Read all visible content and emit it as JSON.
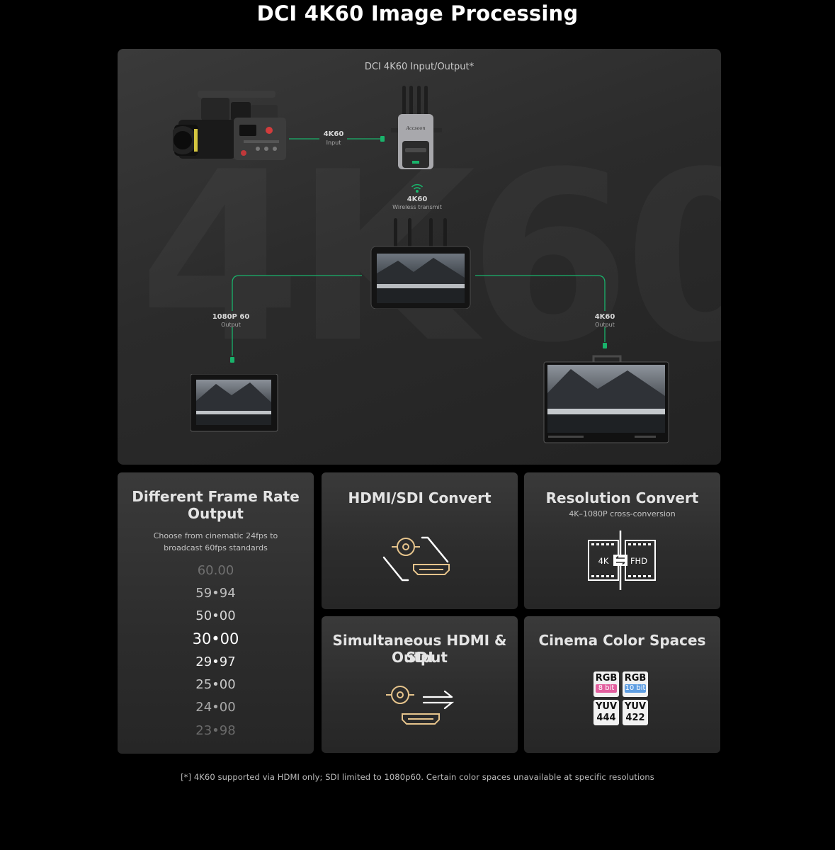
{
  "page": {
    "title": "DCI 4K60 Image Processing"
  },
  "diagram": {
    "watermark": "4K60",
    "caption": "DCI 4K60 Input/Output*",
    "input_label": "4K60",
    "input_sub": "Input",
    "wireless_label": "4K60",
    "wireless_sub": "Wireless transmit",
    "left_output_label": "1080P 60",
    "left_output_sub": "Output",
    "right_output_label": "4K60",
    "right_output_sub": "Output",
    "transmitter_brand": "Accsoon",
    "accent_color": "#19b36b"
  },
  "cards": {
    "frame_rate": {
      "title_line1": "Different Frame Rate",
      "title_line2": "Output",
      "subtitle_line1": "Choose from cinematic 24fps to",
      "subtitle_line2": "broadcast 60fps standards",
      "rates": [
        "60.00",
        "59•94",
        "50•00",
        "30•00",
        "29•97",
        "25•00",
        "24•00",
        "23•98"
      ]
    },
    "hdmi_sdi": {
      "title": "HDMI/SDI Convert",
      "icon": "hdmi-sdi-convert-icon"
    },
    "resolution": {
      "title": "Resolution Convert",
      "subtitle": "4K–1080P cross-conversion",
      "left": "4K",
      "right": "FHD"
    },
    "simultaneous": {
      "title_line1": "Simultaneous HDMI & SDI",
      "title_line2": "Output"
    },
    "color_spaces": {
      "title": "Cinema Color Spaces",
      "tiles": [
        {
          "top": "RGB",
          "bottom": "8 bit",
          "color": "#e25f9e"
        },
        {
          "top": "RGB",
          "bottom": "10 bit",
          "color": "#5f9ee2"
        },
        {
          "top": "YUV",
          "bottom": "444"
        },
        {
          "top": "YUV",
          "bottom": "422"
        }
      ]
    }
  },
  "footnote": "[*] 4K60 supported via HDMI only; SDI limited to 1080p60. Certain color spaces unavailable at specific resolutions"
}
